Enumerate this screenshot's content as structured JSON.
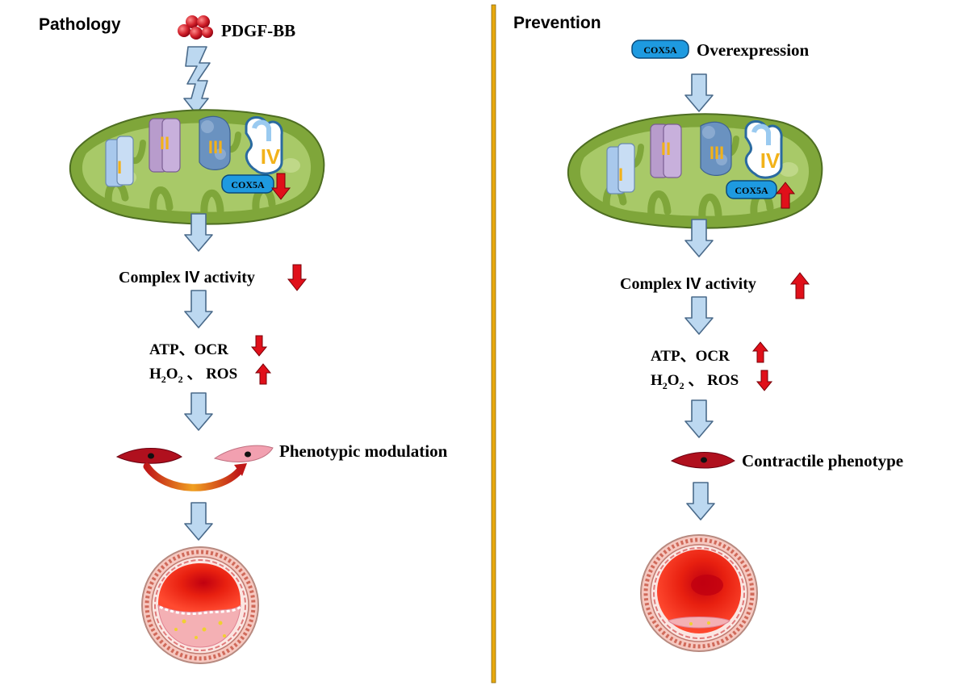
{
  "left": {
    "title": "Pathology",
    "stimulus": "PDGF-BB",
    "complexes": [
      "I",
      "II",
      "III",
      "IV"
    ],
    "protein_label": "COX5A",
    "protein_change": "down",
    "activity_prefix": "Complex ",
    "activity_roman": "IV",
    "activity_suffix": " activity",
    "activity_change": "down",
    "line1": "ATP、OCR",
    "line1_change": "down",
    "line2_h": "H",
    "line2_sub1": "2",
    "line2_o": "O",
    "line2_sub2": "2",
    "line2_rest": " 、 ROS",
    "line2_change": "up",
    "outcome": "Phenotypic modulation"
  },
  "right": {
    "title": "Prevention",
    "protein_label": "COX5A",
    "intervention": "Overexpression",
    "complexes": [
      "I",
      "II",
      "III",
      "IV"
    ],
    "mito_protein_label": "COX5A",
    "protein_change": "up",
    "activity_prefix": "Complex ",
    "activity_roman": "IV",
    "activity_suffix": " activity",
    "activity_change": "up",
    "line1": "ATP、OCR",
    "line1_change": "up",
    "line2_h": "H",
    "line2_sub1": "2",
    "line2_o": "O",
    "line2_sub2": "2",
    "line2_rest": " 、 ROS",
    "line2_change": "down",
    "outcome": "Contractile phenotype"
  },
  "colors": {
    "divider": "#e8a80c",
    "arrow_fill": "#bcd8f0",
    "arrow_stroke": "#4a6a8a",
    "change_arrow": "#e0101a",
    "mito_outer": "#7fa63a",
    "mito_inner": "#a8c968",
    "cox5a_fill": "#1e9ae0",
    "cell_dark": "#b0101e",
    "cell_light": "#f2a0b0",
    "vessel_red": "#e02010"
  }
}
